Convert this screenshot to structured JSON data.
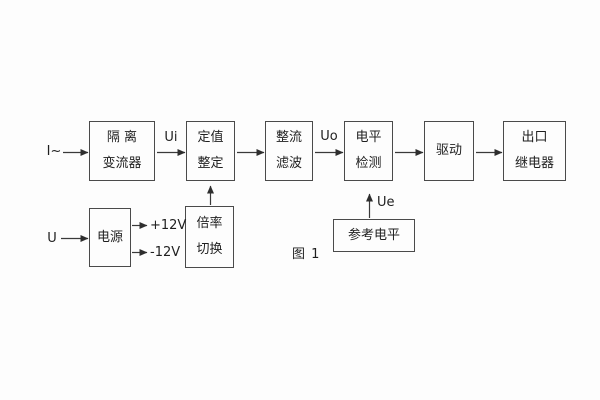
{
  "figure": {
    "caption": "图 1",
    "colors": {
      "background": "#fdfdfd",
      "line": "#3a3a3a",
      "text": "#1f1f1f"
    }
  },
  "blocks": {
    "isolation": {
      "line1": "隔 离",
      "line2": "变流器"
    },
    "setting": {
      "line1": "定值",
      "line2": "整定"
    },
    "rectifier": {
      "line1": "整流",
      "line2": "滤波"
    },
    "level_detect": {
      "line1": "电平",
      "line2": "检测"
    },
    "drive": {
      "line1": "驱动"
    },
    "output_relay": {
      "line1": "出口",
      "line2": "继电器"
    },
    "power": {
      "line1": "电源"
    },
    "ratio_switch": {
      "line1": "倍率",
      "line2": "切换"
    },
    "reference_level": {
      "line1": "参考电平"
    }
  },
  "signals": {
    "input_current": "I~",
    "input_voltage": "U",
    "ui": "Ui",
    "uo": "Uo",
    "ue": "Ue",
    "plus_12v": "+12V",
    "minus_12v": "-12V"
  }
}
